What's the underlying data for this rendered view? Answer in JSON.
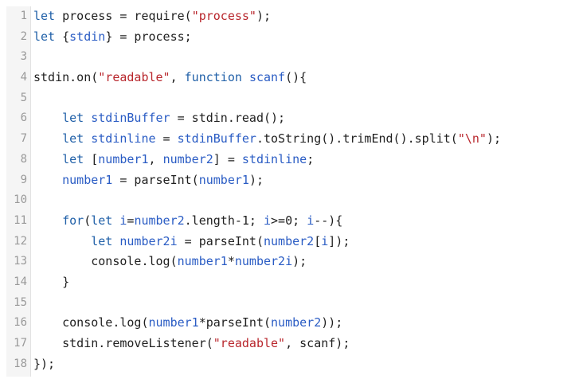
{
  "editor": {
    "lines": [
      {
        "num": "1",
        "indent": "",
        "tokens": [
          [
            "kw",
            "let"
          ],
          [
            "",
            " process = require("
          ],
          [
            "str",
            "\"process\""
          ],
          [
            "",
            ");"
          ]
        ]
      },
      {
        "num": "2",
        "indent": "",
        "tokens": [
          [
            "kw",
            "let"
          ],
          [
            "",
            " {"
          ],
          [
            "ident",
            "stdin"
          ],
          [
            "",
            "} = process;"
          ]
        ]
      },
      {
        "num": "3",
        "indent": "",
        "tokens": []
      },
      {
        "num": "4",
        "indent": "",
        "tokens": [
          [
            "",
            "stdin.on("
          ],
          [
            "str",
            "\"readable\""
          ],
          [
            "",
            ", "
          ],
          [
            "kw",
            "function"
          ],
          [
            "",
            " "
          ],
          [
            "ident",
            "scanf"
          ],
          [
            "",
            "(){"
          ]
        ]
      },
      {
        "num": "5",
        "indent": "",
        "tokens": []
      },
      {
        "num": "6",
        "indent": "    ",
        "tokens": [
          [
            "kw",
            "let"
          ],
          [
            "",
            " "
          ],
          [
            "ident",
            "stdinBuffer"
          ],
          [
            "",
            " = stdin.read();"
          ]
        ]
      },
      {
        "num": "7",
        "indent": "    ",
        "tokens": [
          [
            "kw",
            "let"
          ],
          [
            "",
            " "
          ],
          [
            "ident",
            "stdinline"
          ],
          [
            "",
            " = "
          ],
          [
            "ident",
            "stdinBuffer"
          ],
          [
            "",
            ".toString().trimEnd().split("
          ],
          [
            "str",
            "\"\\n\""
          ],
          [
            "",
            ");"
          ]
        ]
      },
      {
        "num": "8",
        "indent": "    ",
        "tokens": [
          [
            "kw",
            "let"
          ],
          [
            "",
            " ["
          ],
          [
            "ident",
            "number1"
          ],
          [
            "",
            ", "
          ],
          [
            "ident",
            "number2"
          ],
          [
            "",
            "] = "
          ],
          [
            "ident",
            "stdinline"
          ],
          [
            "",
            ";"
          ]
        ]
      },
      {
        "num": "9",
        "indent": "    ",
        "tokens": [
          [
            "ident",
            "number1"
          ],
          [
            "",
            " = parseInt("
          ],
          [
            "ident",
            "number1"
          ],
          [
            "",
            ");"
          ]
        ]
      },
      {
        "num": "10",
        "indent": "",
        "tokens": []
      },
      {
        "num": "11",
        "indent": "    ",
        "tokens": [
          [
            "kw",
            "for"
          ],
          [
            "",
            "("
          ],
          [
            "kw",
            "let"
          ],
          [
            "",
            " "
          ],
          [
            "ident",
            "i"
          ],
          [
            "",
            "="
          ],
          [
            "ident",
            "number2"
          ],
          [
            "",
            ".length-1; "
          ],
          [
            "ident",
            "i"
          ],
          [
            "",
            ">=0; "
          ],
          [
            "ident",
            "i"
          ],
          [
            "",
            "--){"
          ]
        ]
      },
      {
        "num": "12",
        "indent": "        ",
        "tokens": [
          [
            "kw",
            "let"
          ],
          [
            "",
            " "
          ],
          [
            "ident",
            "number2i"
          ],
          [
            "",
            " = parseInt("
          ],
          [
            "ident",
            "number2"
          ],
          [
            "",
            "["
          ],
          [
            "ident",
            "i"
          ],
          [
            "",
            "]);"
          ]
        ]
      },
      {
        "num": "13",
        "indent": "        ",
        "tokens": [
          [
            "",
            "console.log("
          ],
          [
            "ident",
            "number1"
          ],
          [
            "",
            "*"
          ],
          [
            "ident",
            "number2i"
          ],
          [
            "",
            ");"
          ]
        ]
      },
      {
        "num": "14",
        "indent": "    ",
        "tokens": [
          [
            "",
            "}"
          ]
        ]
      },
      {
        "num": "15",
        "indent": "",
        "tokens": []
      },
      {
        "num": "16",
        "indent": "    ",
        "tokens": [
          [
            "",
            "console.log("
          ],
          [
            "ident",
            "number1"
          ],
          [
            "",
            "*parseInt("
          ],
          [
            "ident",
            "number2"
          ],
          [
            "",
            "));"
          ]
        ]
      },
      {
        "num": "17",
        "indent": "    ",
        "tokens": [
          [
            "",
            "stdin.removeListener("
          ],
          [
            "str",
            "\"readable\""
          ],
          [
            "",
            ", scanf);"
          ]
        ]
      },
      {
        "num": "18",
        "indent": "",
        "tokens": [
          [
            "",
            "});"
          ]
        ]
      }
    ]
  },
  "colors": {
    "keyword": "#2060a8",
    "string": "#b8262c",
    "identifier": "#2a5cc4",
    "plain": "#1f1f1f",
    "line_number": "#999999",
    "gutter_bg": "#f5f5f5"
  }
}
